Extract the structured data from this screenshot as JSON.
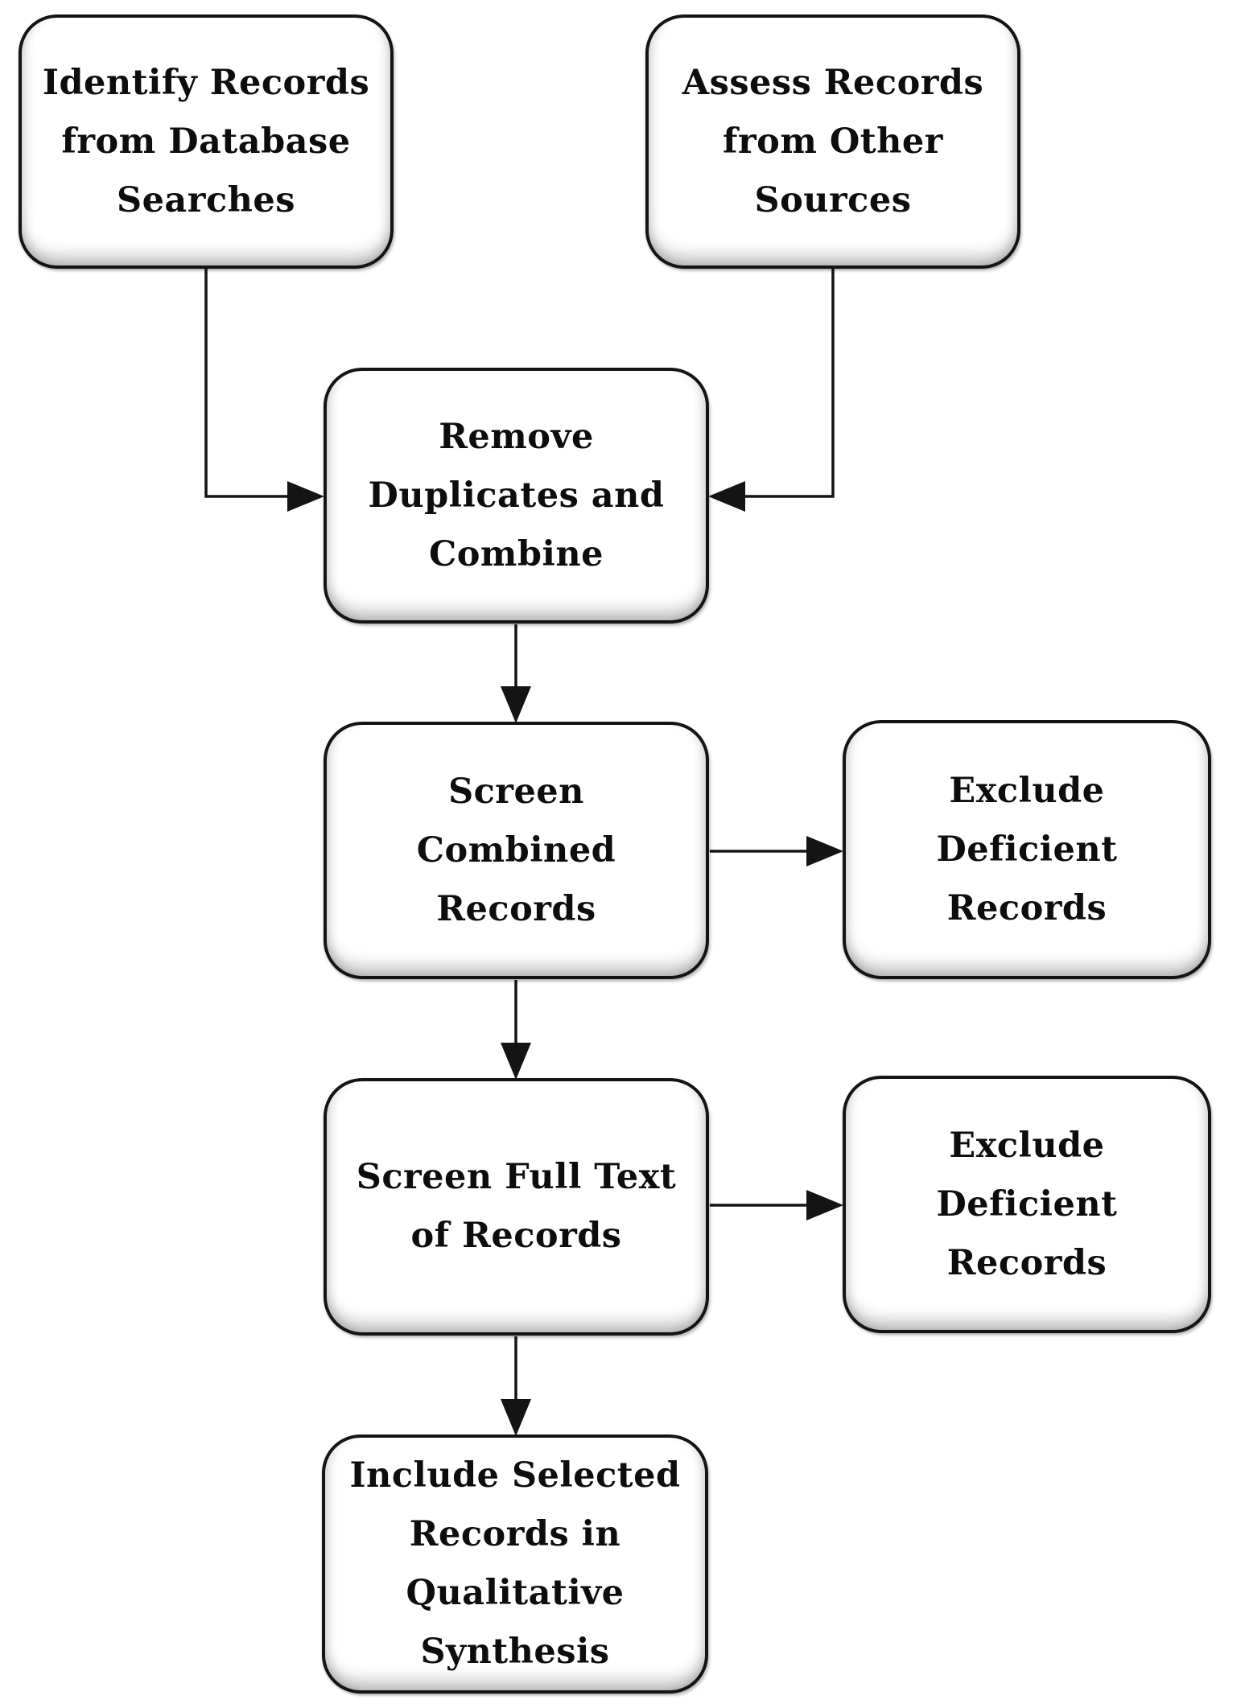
{
  "page": {
    "background": "#ffffff"
  },
  "colors": {
    "box_fill": "#ffffff",
    "box_border": "#141414",
    "text": "#0d0d0d",
    "arrow": "#141414"
  },
  "nodes": {
    "identify": {
      "label": "Identify Records\nfrom Database\nSearches"
    },
    "assess": {
      "label": "Assess Records\nfrom Other\nSources"
    },
    "remove": {
      "label": "Remove\nDuplicates and\nCombine"
    },
    "screen_combined": {
      "label": "Screen\nCombined\nRecords"
    },
    "exclude_1": {
      "label": "Exclude\nDeficient\nRecords"
    },
    "screen_fulltext": {
      "label": "Screen Full Text\nof Records"
    },
    "exclude_2": {
      "label": "Exclude\nDeficient\nRecords"
    },
    "include": {
      "label": "Include Selected\nRecords in\nQualitative\nSynthesis"
    }
  },
  "edges": [
    {
      "from": "identify",
      "to": "remove"
    },
    {
      "from": "assess",
      "to": "remove"
    },
    {
      "from": "remove",
      "to": "screen_combined"
    },
    {
      "from": "screen_combined",
      "to": "exclude_1"
    },
    {
      "from": "screen_combined",
      "to": "screen_fulltext"
    },
    {
      "from": "screen_fulltext",
      "to": "exclude_2"
    },
    {
      "from": "screen_fulltext",
      "to": "include"
    }
  ]
}
